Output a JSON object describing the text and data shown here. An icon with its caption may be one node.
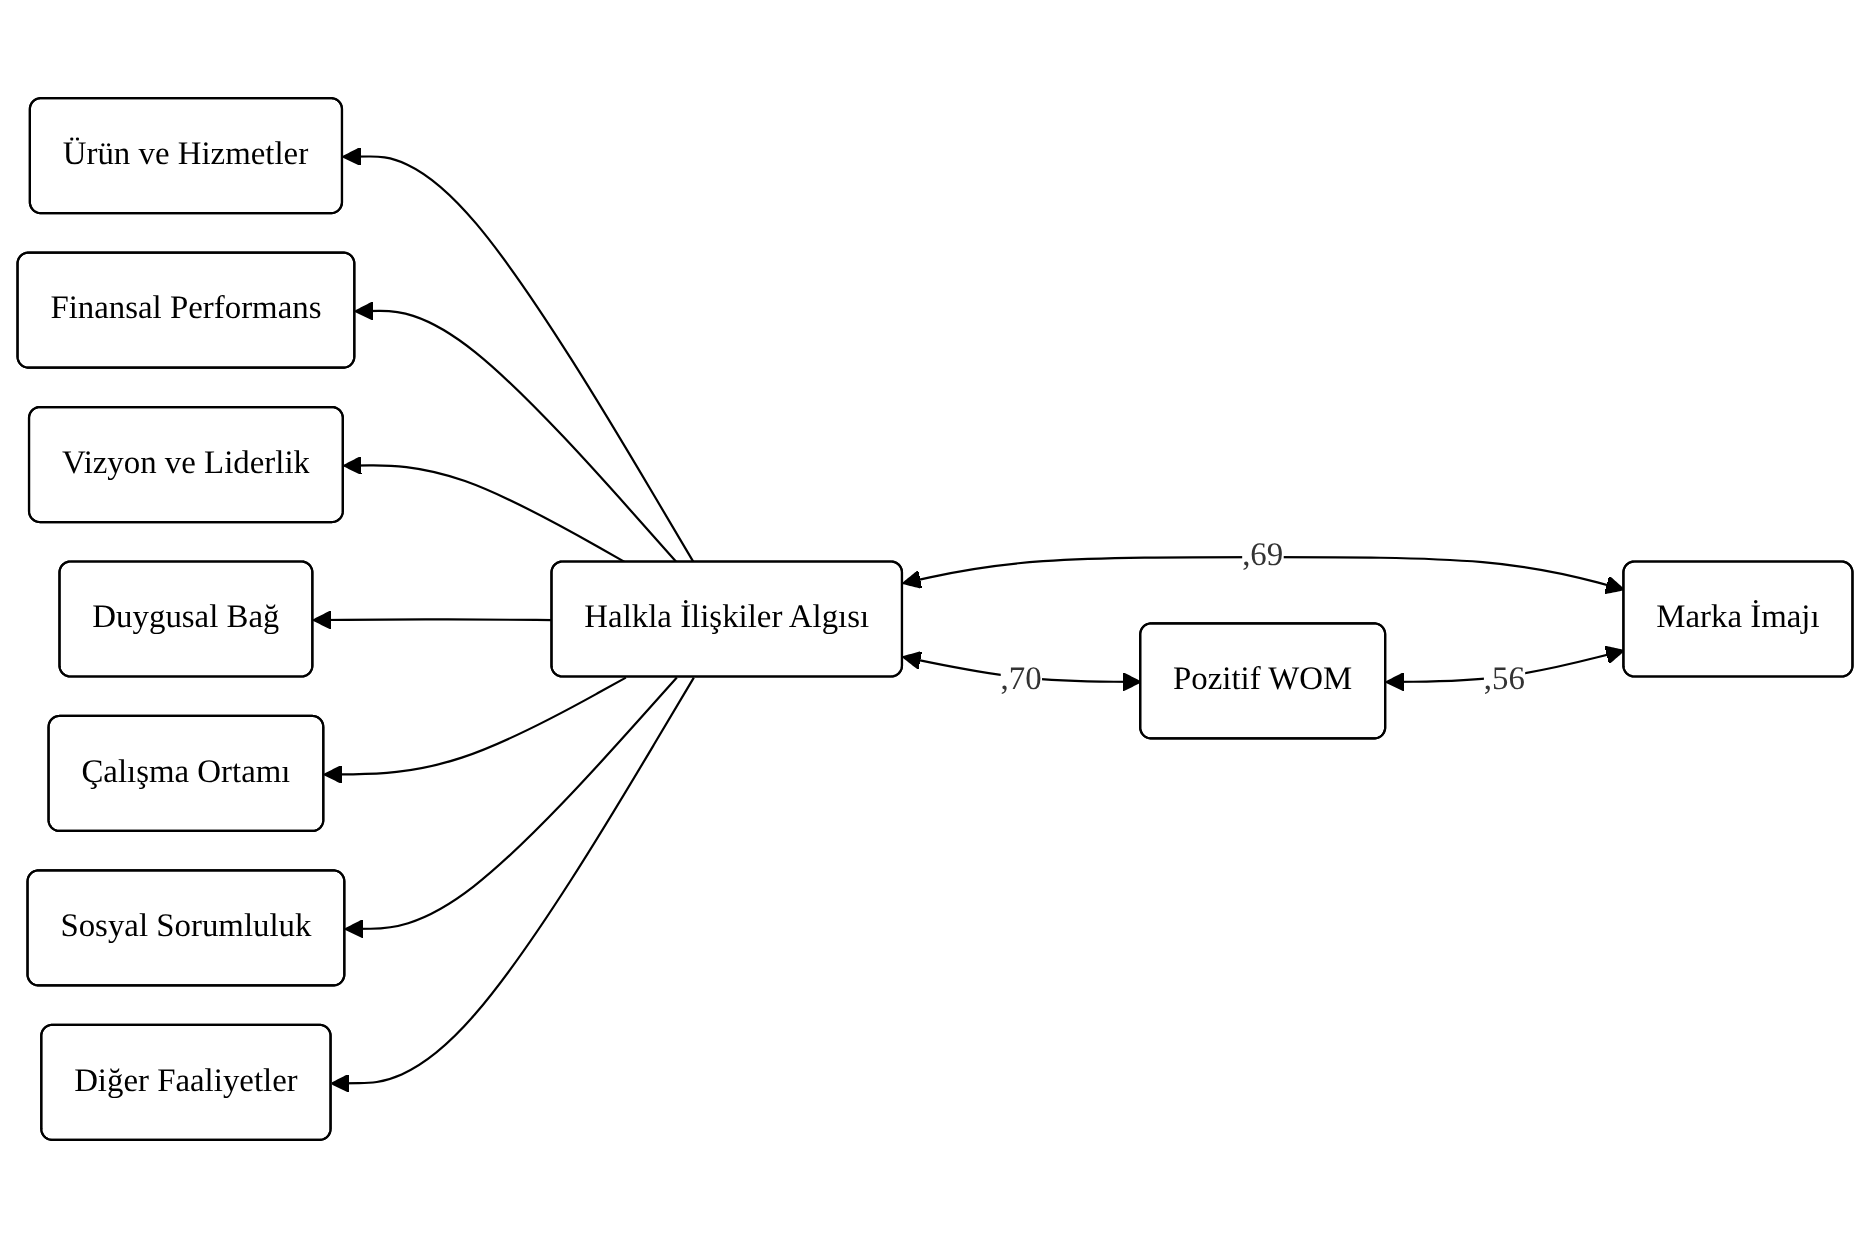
{
  "diagram": {
    "nodes": [
      {
        "text": [
          "Ürün ve Hizmetler"
        ]
      },
      {
        "text": [
          "Finansal Performans"
        ]
      },
      {
        "text": [
          "Vizyon ve Liderlik"
        ]
      },
      {
        "text": [
          "Duygusal Bağ"
        ]
      },
      {
        "text": [
          "Çalışma Ortamı"
        ]
      },
      {
        "text": [
          "Sosyal Sorumluluk"
        ]
      },
      {
        "text": [
          "Diğer Faaliyetler"
        ]
      },
      {
        "text": [
          "Halkla İlişkiler Algısı"
        ]
      },
      {
        "text": [
          "Marka İmajı"
        ]
      },
      {
        "text": [
          "Pozitif WOM"
        ]
      }
    ],
    "edges": [
      {
        "from": 7,
        "to": 0,
        "arrow": "to"
      },
      {
        "from": 7,
        "to": 1,
        "arrow": "to"
      },
      {
        "from": 7,
        "to": 2,
        "arrow": "to"
      },
      {
        "from": 7,
        "to": 3,
        "arrow": "to"
      },
      {
        "from": 7,
        "to": 4,
        "arrow": "to"
      },
      {
        "from": 7,
        "to": 5,
        "arrow": "to"
      },
      {
        "from": 7,
        "to": 6,
        "arrow": "to"
      },
      {
        "from": 8,
        "to": 7,
        "arrow": "both",
        "label": ",69"
      },
      {
        "from": 9,
        "to": 7,
        "arrow": "both",
        "label": ",70"
      },
      {
        "from": 8,
        "to": 9,
        "arrow": "both",
        "label": ",56"
      }
    ]
  }
}
